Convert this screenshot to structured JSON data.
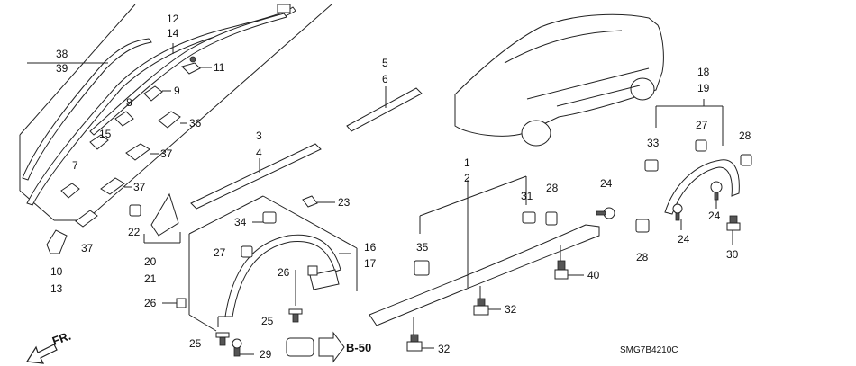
{
  "labels": {
    "l38": "38",
    "l39": "39",
    "l12": "12",
    "l14": "14",
    "l11": "11",
    "l9": "9",
    "l8": "8",
    "l15": "15",
    "l36": "36",
    "l37a": "37",
    "l37b": "37",
    "l37c": "37",
    "l7": "7",
    "l10": "10",
    "l13": "13",
    "l22": "22",
    "l20": "20",
    "l21": "21",
    "l5": "5",
    "l6": "6",
    "l3": "3",
    "l4": "4",
    "l23": "23",
    "l34": "34",
    "l27a": "27",
    "l16": "16",
    "l17": "17",
    "l26a": "26",
    "l26b": "26",
    "l25a": "25",
    "l25b": "25",
    "l29": "29",
    "l1": "1",
    "l2": "2",
    "l31": "31",
    "l28a": "28",
    "l24a": "24",
    "l35": "35",
    "l40": "40",
    "l32a": "32",
    "l32b": "32",
    "l18": "18",
    "l19": "19",
    "l33": "33",
    "l27b": "27",
    "l28b": "28",
    "l24b": "24",
    "l24c": "24",
    "l28c": "28",
    "l30": "30"
  },
  "reference": "B-50",
  "direction": "FR.",
  "diagram_code": "SMG7B4210C"
}
